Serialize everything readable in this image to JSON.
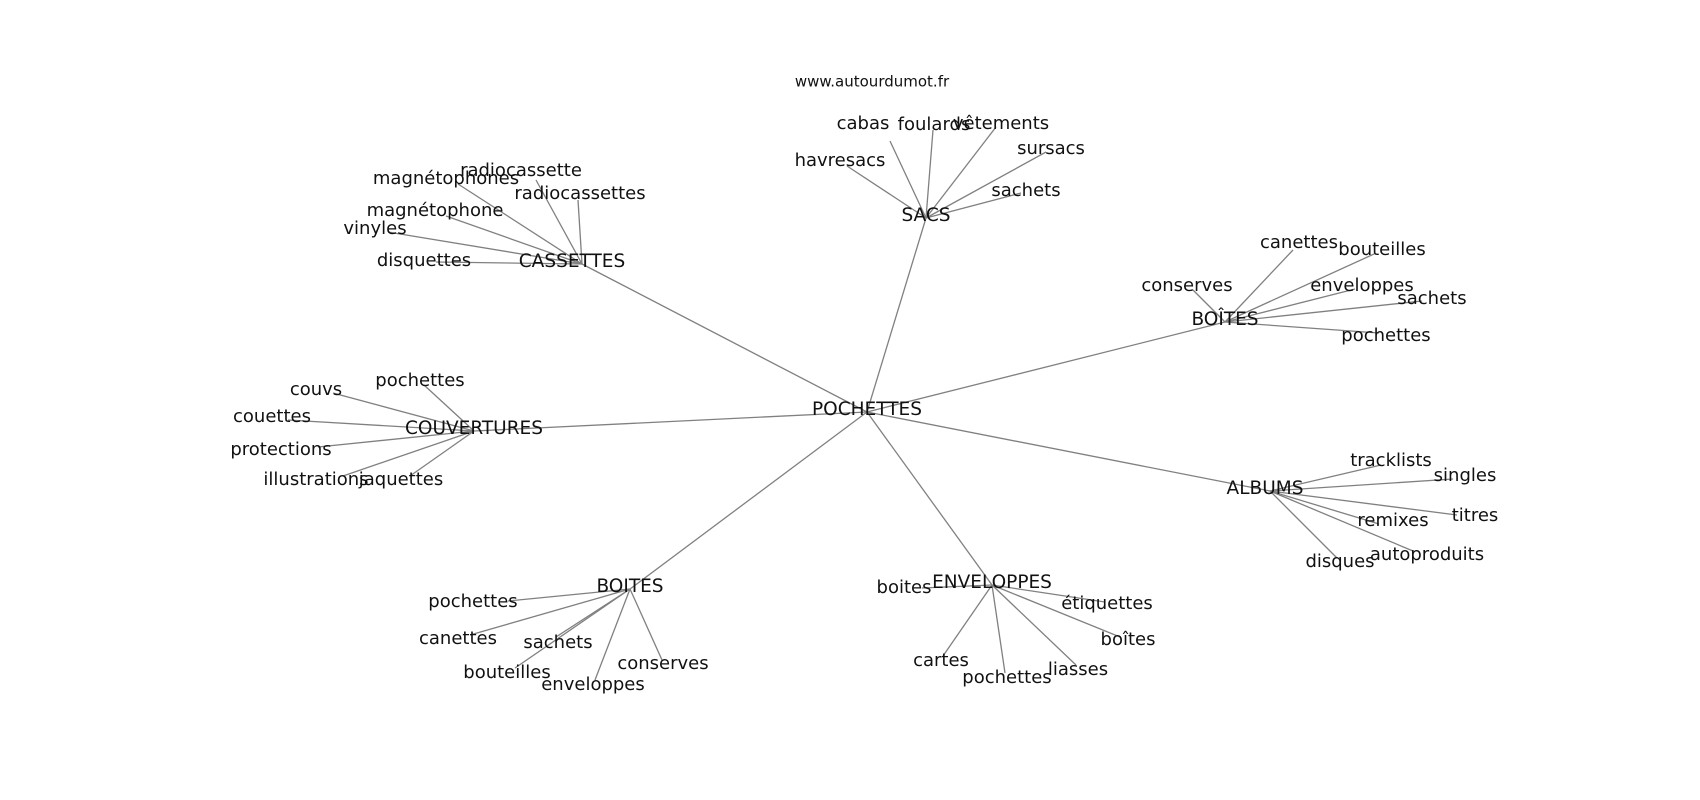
{
  "source": "www.autourdumot.fr",
  "graph": {
    "center": "POCHETTES",
    "clusters": [
      {
        "hub": "SACS",
        "leaves": [
          "cabas",
          "foulards",
          "vêtements",
          "havresacs",
          "sursacs",
          "sachets"
        ]
      },
      {
        "hub": "CASSETTES",
        "leaves": [
          "radiocassette",
          "magnétophones",
          "radiocassettes",
          "magnétophone",
          "vinyles",
          "disquettes"
        ]
      },
      {
        "hub": "BOÎTES",
        "leaves": [
          "canettes",
          "bouteilles",
          "conserves",
          "enveloppes",
          "sachets",
          "pochettes"
        ]
      },
      {
        "hub": "COUVERTURES",
        "leaves": [
          "pochettes",
          "couvs",
          "couettes",
          "protections",
          "illustrations",
          "jaquettes"
        ]
      },
      {
        "hub": "ALBUMS",
        "leaves": [
          "tracklists",
          "singles",
          "titres",
          "remixes",
          "autoproduits",
          "disques"
        ]
      },
      {
        "hub": "BOITES",
        "leaves": [
          "pochettes",
          "canettes",
          "sachets",
          "conserves",
          "bouteilles",
          "enveloppes"
        ]
      },
      {
        "hub": "ENVELOPPES",
        "leaves": [
          "boites",
          "étiquettes",
          "boîtes",
          "cartes",
          "liasses",
          "pochettes"
        ]
      }
    ]
  }
}
